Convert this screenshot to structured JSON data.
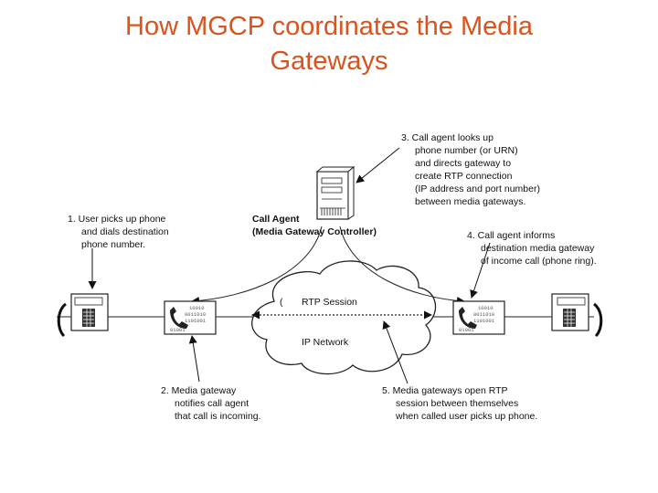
{
  "slide": {
    "title_line1": "How MGCP coordinates the Media",
    "title_line2": "Gateways"
  },
  "diagram": {
    "step1": [
      "1.  User picks up phone",
      "and dials destination",
      "phone number."
    ],
    "step2": [
      "2.  Media gateway",
      "notifies call agent",
      "that call is incoming."
    ],
    "step3": [
      "3.  Call agent looks up",
      "phone number (or URN)",
      "and directs gateway to",
      "create RTP connection",
      "(IP address and port number)",
      "between media gateways."
    ],
    "step4": [
      "4.  Call agent informs",
      "destination media gateway",
      "of income call (phone ring)."
    ],
    "step5": [
      "5.  Media gateways open RTP",
      "session between themselves",
      "when called user picks up phone."
    ],
    "call_agent": [
      "Call Agent",
      "(Media Gateway Controller)"
    ],
    "rtp_session": "RTP Session",
    "ip_network": "IP Network",
    "gateway_bits": [
      "10010",
      "0011010",
      "1101001",
      "01001"
    ]
  }
}
